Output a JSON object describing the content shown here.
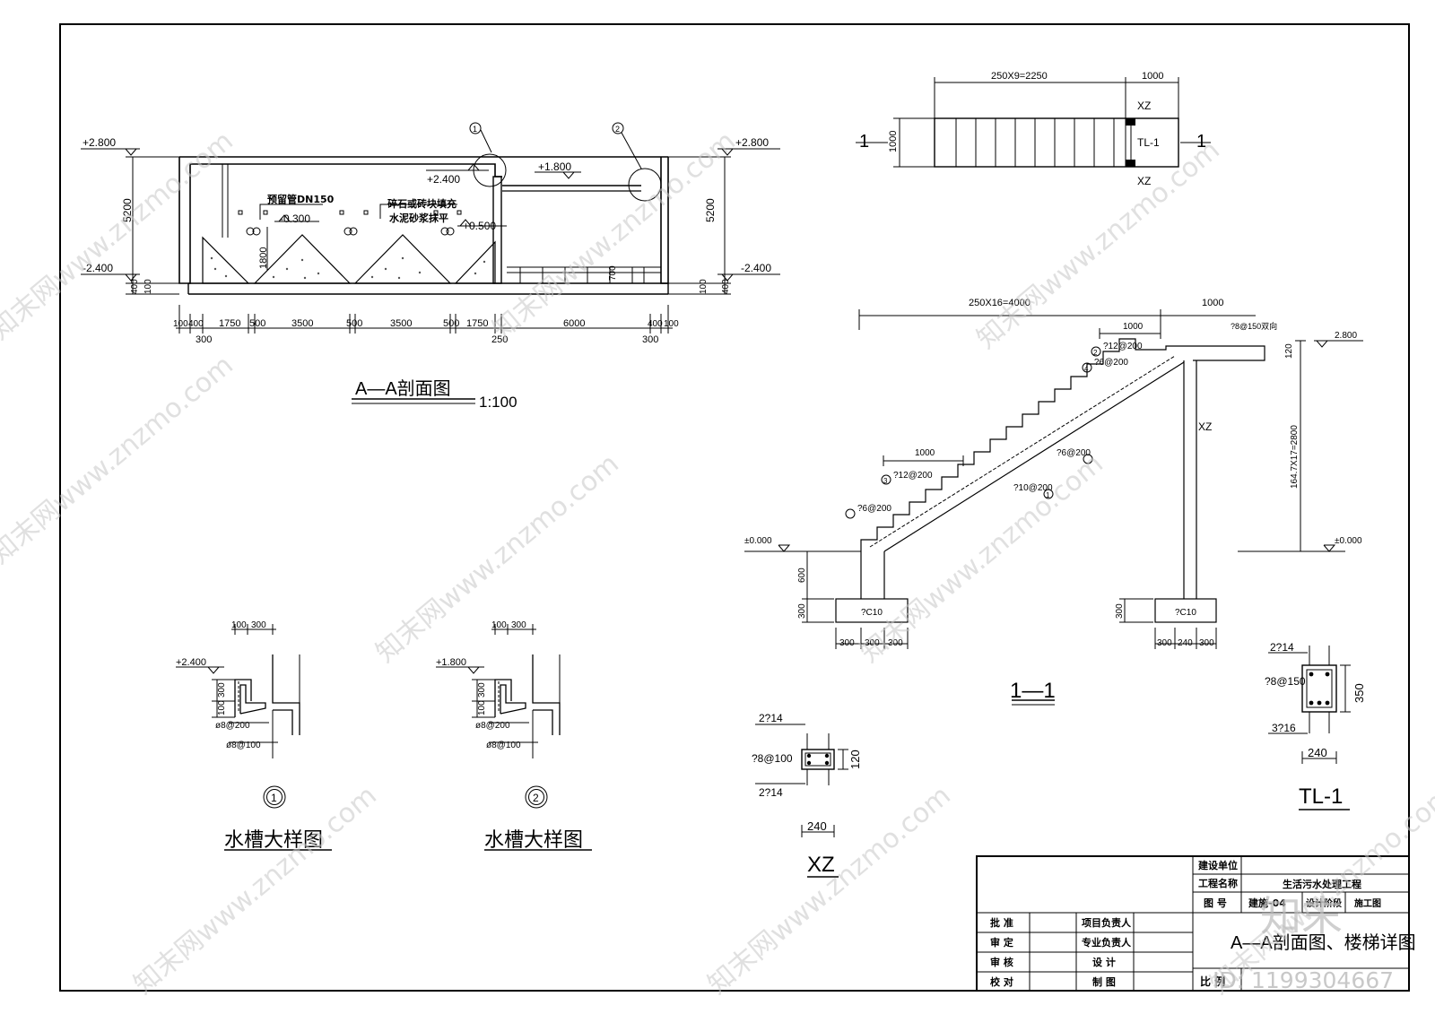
{
  "section_aa": {
    "title": "A—A剖面图",
    "scale": "1:100",
    "levels": {
      "top_left": "+2.800",
      "top_right": "+2.800",
      "bottom_left": "-2.400",
      "bottom_right": "-2.400",
      "wall_top": "+2.400",
      "weir": "+1.800",
      "pipe": "-0.300",
      "pipe2": "+0.500"
    },
    "heights": {
      "left": "5200",
      "right": "5200",
      "h1800": "1800",
      "h700": "700",
      "b400": "400",
      "b100": "100"
    },
    "notes": {
      "pipe": "预留管DN150",
      "fill1": "碎石或砖块填充",
      "fill2": "水泥砂浆抹平"
    },
    "callouts": [
      "1",
      "2"
    ],
    "dims_top": [
      "100",
      "400",
      "1750",
      "500",
      "3500",
      "500",
      "3500",
      "500",
      "1750",
      "6000",
      "400",
      "100"
    ],
    "dims_bottom": [
      "300",
      "250",
      "300"
    ]
  },
  "plan": {
    "dim_run": "250X9=2250",
    "dim_landing": "1000",
    "dim_width": "1000",
    "cut_mark": "1",
    "xz_top": "XZ",
    "xz_bottom": "XZ",
    "tl": "TL-1"
  },
  "section_11": {
    "title": "1—1",
    "dim_run": "250X16=4000",
    "dim_landing": "1000",
    "dim_upper": "1000",
    "dim_lower": "1000",
    "dim_height": "164.7X17=2800",
    "level_top": "2.800",
    "level_zero_left": "±0.000",
    "level_zero_right": "±0.000",
    "rebar": {
      "r1": "?10@200",
      "r2": "?12@200",
      "r3": "?12@200",
      "r4a": "?6@200",
      "r4b": "?6@200",
      "r4c": "?6@200",
      "top": "?8@150双向"
    },
    "markers": [
      "1",
      "2",
      "3",
      "4"
    ],
    "dims": {
      "d600": "600",
      "d300a": "300",
      "d300b": "300",
      "d120": "120"
    },
    "footing_left": "?C10",
    "footing_right": "?C10",
    "foot_dims_left": [
      "300",
      "300",
      "300"
    ],
    "foot_dims_right": [
      "300",
      "240",
      "300"
    ],
    "xz": "XZ"
  },
  "xz_section": {
    "title": "XZ",
    "top_bar": "2?14",
    "stirrup": "?8@100",
    "bottom_bar": "2?14",
    "height": "120",
    "width": "240"
  },
  "tl1_section": {
    "title": "TL-1",
    "top_bar": "2?14",
    "stirrup": "?8@150",
    "bottom_bar": "3?16",
    "height": "350",
    "width": "240"
  },
  "trough_details": [
    {
      "title": "水槽大样图",
      "marker": "1",
      "level": "+2.400",
      "dim_top_a": "100",
      "dim_top_b": "300",
      "dim_side_a": "100",
      "dim_side_b": "300",
      "rebar_a": "ø8@200",
      "rebar_b": "ø8@100"
    },
    {
      "title": "水槽大样图",
      "marker": "2",
      "level": "+1.800",
      "dim_top_a": "100",
      "dim_top_b": "300",
      "dim_side_a": "100",
      "dim_side_b": "300",
      "rebar_a": "ø8@200",
      "rebar_b": "ø8@100"
    }
  ],
  "title_block": {
    "client_label": "建设单位",
    "project_label": "工程名称",
    "project_name": "生活污水处理工程",
    "drawing_no_label": "图 号",
    "drawing_no": "建施-04",
    "stage_label": "设计阶段",
    "stage": "施工图",
    "approve": "批 准",
    "review": "审 定",
    "check": "审 核",
    "proof": "校 对",
    "pm": "项目负责人",
    "discipline": "专业负责人",
    "design": "设 计",
    "draw": "制 图",
    "drawing_title": "A—A剖面图、楼梯详图",
    "scale_label": "比 例"
  },
  "watermark": {
    "site": "知末网www.znzmo.com",
    "brand": "知末",
    "id": "ID: 1199304667"
  }
}
